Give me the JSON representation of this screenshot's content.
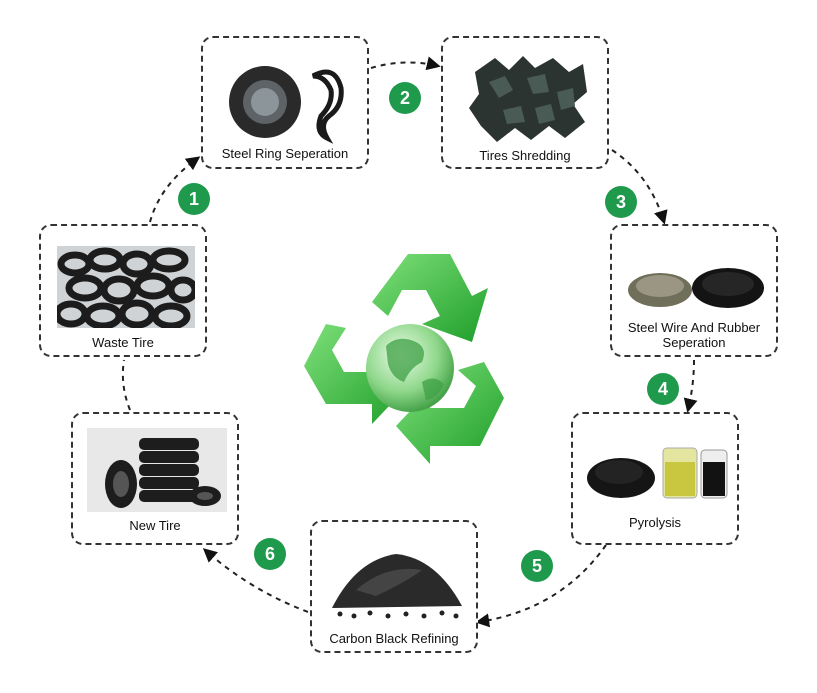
{
  "steps": [
    {
      "num": "1",
      "label": "Steel Ring Seperation",
      "icon": "steel-ring-image"
    },
    {
      "num": "2",
      "label": "Tires Shredding",
      "icon": "shredded-tires-image"
    },
    {
      "num": "3",
      "label": "Steel Wire And Rubber Seperation",
      "icon": "steel-wire-rubber-image"
    },
    {
      "num": "4",
      "label": "Pyrolysis",
      "icon": "pyrolysis-products-image"
    },
    {
      "num": "5",
      "label": "Carbon Black Refining",
      "icon": "carbon-black-pellets-image"
    },
    {
      "num": "6",
      "label": "New Tire",
      "icon": "new-tire-stack-image"
    }
  ],
  "start": {
    "label": "Waste Tire",
    "icon": "waste-tire-pile-image"
  },
  "colors": {
    "badge": "#1f9a4c",
    "recycle_green": "#3cc83c",
    "border": "#333333"
  }
}
